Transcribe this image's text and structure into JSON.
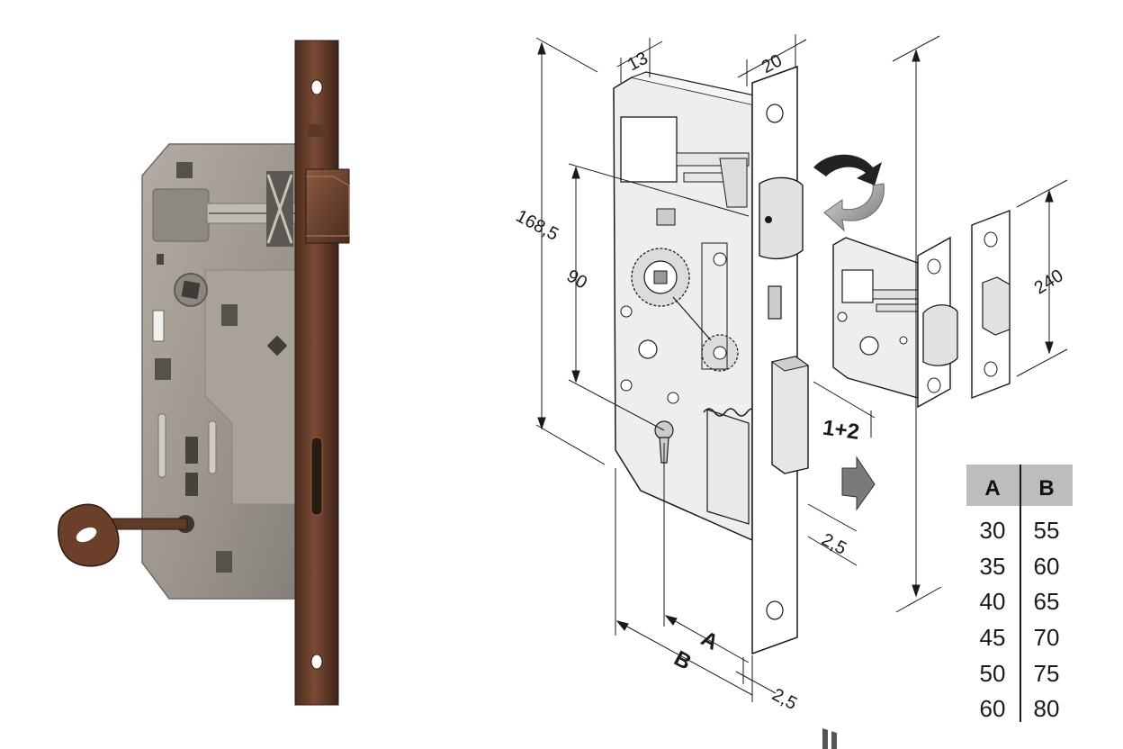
{
  "dimensions": {
    "d13": "13",
    "d20": "20",
    "d168": "168,5",
    "d90": "90",
    "d240": "240",
    "d25_right": "2,5",
    "d25_bottom": "2,5",
    "dA": "A",
    "dB": "B"
  },
  "reversible_label": "1+2",
  "size_table": {
    "headers": [
      "A",
      "B"
    ],
    "rows": [
      [
        "30",
        "55"
      ],
      [
        "35",
        "60"
      ],
      [
        "40",
        "65"
      ],
      [
        "45",
        "70"
      ],
      [
        "50",
        "75"
      ],
      [
        "60",
        "80"
      ]
    ]
  },
  "colors": {
    "bronze": "#6b3f2a",
    "bronze_dark": "#3e2418",
    "steel": "#9a948c",
    "line_art": "#1a1a1a",
    "table_header_bg": "#bdbdbd"
  },
  "icons": [
    "key-icon",
    "rotate-arrow-icon",
    "direction-arrow-icon"
  ]
}
